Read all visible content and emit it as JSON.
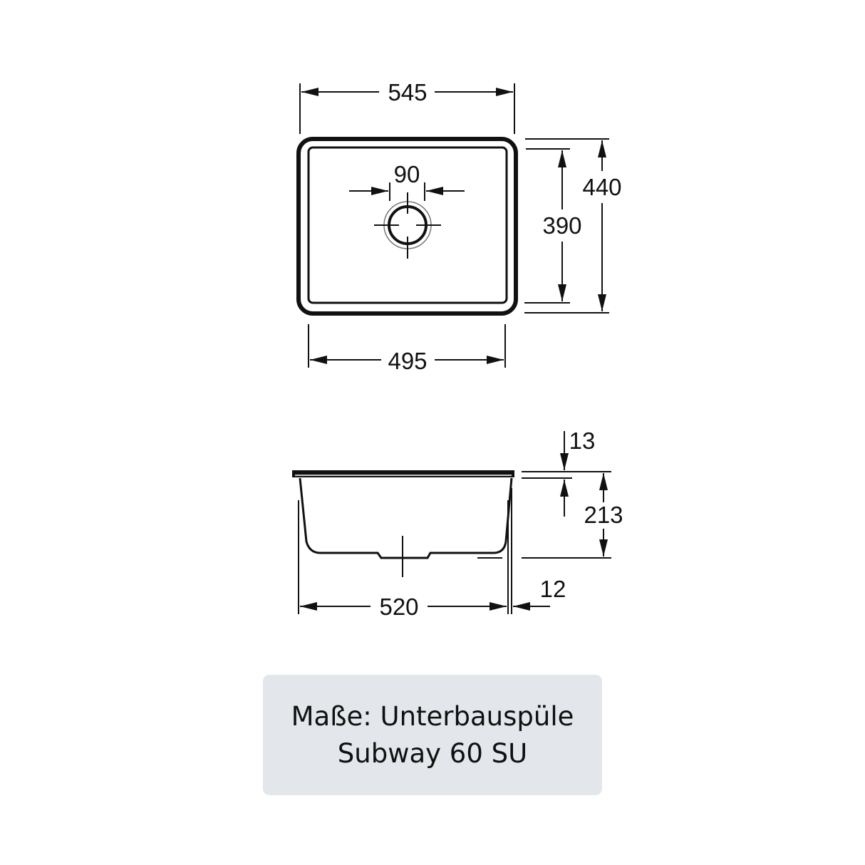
{
  "top_view": {
    "overall_width": "545",
    "inner_width": "495",
    "outlet_diameter": "90",
    "inner_depth": "390",
    "overall_depth": "440"
  },
  "side_view": {
    "rim_thickness": "13",
    "height": "213",
    "bowl_width": "520",
    "overhang": "12"
  },
  "caption": {
    "line1": "Maße: Unterbauspüle",
    "line2": "Subway 60 SU",
    "background": "#e3e7eb"
  }
}
